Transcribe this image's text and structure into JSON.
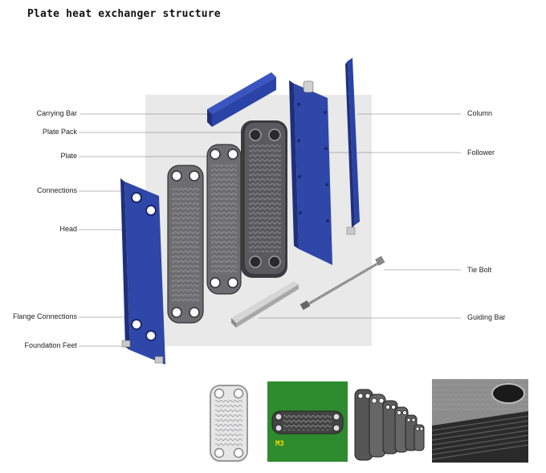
{
  "title": "Plate heat exchanger structure",
  "labels_left": [
    {
      "key": "carrying_bar",
      "text": "Carrying Bar"
    },
    {
      "key": "plate_pack",
      "text": "Plate Pack"
    },
    {
      "key": "plate",
      "text": "Plate"
    },
    {
      "key": "connections",
      "text": "Connections"
    },
    {
      "key": "head",
      "text": "Head"
    },
    {
      "key": "flange_connections",
      "text": "Flange Connections"
    },
    {
      "key": "foundation_feet",
      "text": "Foundation Feet"
    }
  ],
  "labels_right": [
    {
      "key": "column",
      "text": "Column"
    },
    {
      "key": "follower",
      "text": "Follower"
    },
    {
      "key": "tie_bolt",
      "text": "Tie Bolt"
    },
    {
      "key": "guiding_bar",
      "text": "Guiding Bar"
    }
  ],
  "thumbnail_text": "M3",
  "colors": {
    "frame_blue": "#2f47a8",
    "frame_blue_dark": "#1f2f7a",
    "plate_gray": "#6d6d70",
    "plate_dark": "#3a3a3d",
    "backdrop": "#e9e9e9",
    "green_bg": "#2e8b2e"
  }
}
